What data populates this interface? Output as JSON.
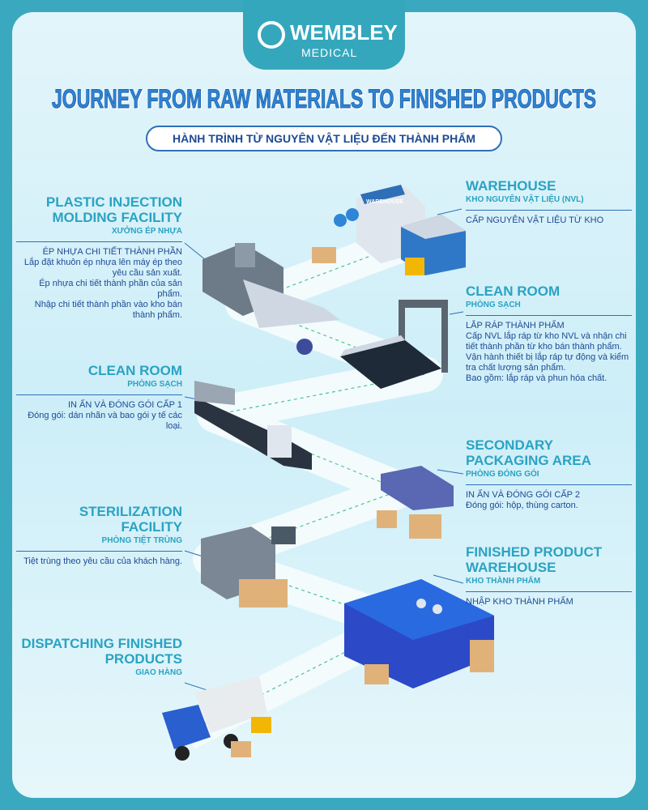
{
  "logo": {
    "brand": "WEMBLEY",
    "sub": "MEDICAL"
  },
  "title": "JOURNEY FROM RAW MATERIALS TO FINISHED PRODUCTS",
  "subtitle": "HÀNH TRÌNH TỪ NGUYÊN VẬT LIỆU ĐẾN THÀNH PHẨM",
  "warehouse_sign": "WAREHOUSE",
  "sections": [
    {
      "title": "WAREHOUSE",
      "sub": "KHO NGUYÊN VẬT LIỆU (NVL)",
      "body": [
        "CẤP NGUYÊN VẬT LIỆU TỪ KHO"
      ]
    },
    {
      "title": "PLASTIC INJECTION MOLDING FACILITY",
      "sub": "XƯỞNG ÉP NHỰA",
      "body": [
        "ÉP NHỰA CHI TIẾT THÀNH PHẦN",
        "Lắp đặt khuôn ép nhựa lên máy ép theo yêu cầu sản xuất.",
        "Ép nhựa chi tiết thành phần của sản phẩm.",
        "Nhập chi tiết thành phần vào kho bán thành phẩm."
      ]
    },
    {
      "title": "CLEAN ROOM",
      "sub": "PHÒNG SẠCH",
      "body": [
        "LẮP RÁP THÀNH PHẨM",
        "Cấp NVL lắp ráp từ kho NVL và nhận chi tiết thành phần từ kho bán thành phẩm.",
        "Vận hành thiết bị lắp ráp tự động và kiểm tra chất lượng sản phẩm.",
        "Bao gồm: lắp ráp và phun hóa chất."
      ]
    },
    {
      "title": "CLEAN ROOM",
      "sub": "PHÒNG SẠCH",
      "body": [
        "IN ẤN VÀ ĐÓNG GÓI CẤP 1",
        "Đóng gói: dán nhãn và bao gói y tế các loại."
      ]
    },
    {
      "title": "SECONDARY PACKAGING AREA",
      "sub": "PHÒNG ĐÓNG GÓI",
      "body": [
        "IN ẤN VÀ ĐÓNG GÓI CẤP 2",
        "Đóng gói: hộp, thùng carton."
      ]
    },
    {
      "title": "STERILIZATION FACILITY",
      "sub": "PHÒNG TIỆT TRÙNG",
      "body": [
        "Tiệt trùng theo yêu cầu của khách hàng."
      ]
    },
    {
      "title": "FINISHED PRODUCT WAREHOUSE",
      "sub": "KHO THÀNH PHẨM",
      "body": [
        "NHẬP KHO THÀNH PHẨM"
      ]
    },
    {
      "title": "DISPATCHING FINISHED PRODUCTS",
      "sub": "GIAO HÀNG",
      "body": []
    }
  ]
}
